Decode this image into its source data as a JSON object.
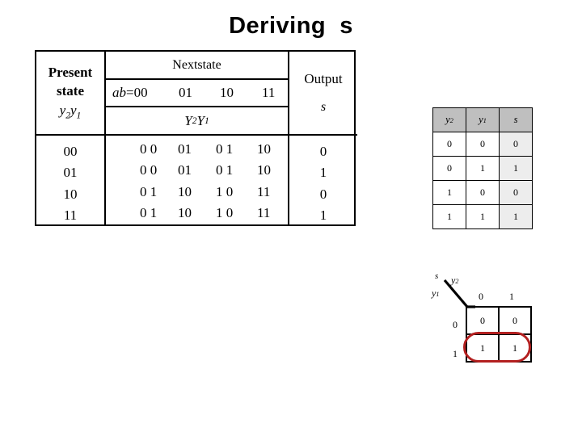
{
  "slide": {
    "title": "Deriving  s"
  },
  "state_table": {
    "present_state": {
      "header_line1": "Present",
      "header_line2": "state",
      "header_var_base": "y",
      "header_var": "y2y1",
      "rows": [
        "00",
        "01",
        "10",
        "11"
      ]
    },
    "nextstate": {
      "title": "Nextstate",
      "ab_label": "ab",
      "ab_equals": "=00",
      "ab_columns": [
        "01",
        "10",
        "11"
      ],
      "YY_label": "Y2Y1",
      "rows": [
        [
          "0 0",
          "01",
          "0 1",
          "10"
        ],
        [
          "0 0",
          "01",
          "0 1",
          "10"
        ],
        [
          "0 1",
          "10",
          "1 0",
          "11"
        ],
        [
          "0 1",
          "10",
          "1 0",
          "11"
        ]
      ]
    },
    "output": {
      "label": "Output",
      "var": "s",
      "rows": [
        "0",
        "1",
        "0",
        "1"
      ]
    }
  },
  "truth_table": {
    "headers": [
      "y2",
      "y1",
      "s"
    ],
    "rows": [
      [
        "0",
        "0",
        "0"
      ],
      [
        "0",
        "1",
        "1"
      ],
      [
        "1",
        "0",
        "0"
      ],
      [
        "1",
        "1",
        "1"
      ]
    ]
  },
  "kmap": {
    "corner_output": "s",
    "corner_col_var": "y2",
    "corner_row_var": "y1",
    "col_labels": [
      "0",
      "1"
    ],
    "row_labels": [
      "0",
      "1"
    ],
    "cells": [
      [
        "0",
        "0"
      ],
      [
        "1",
        "1"
      ]
    ],
    "grouping_color": "#b32020"
  },
  "chart_data": {
    "type": "table",
    "title": "Deriving s",
    "state_transition": {
      "columns": [
        "Present state y2y1",
        "ab=00",
        "ab=01",
        "ab=10",
        "ab=11",
        "Output s"
      ],
      "rows": [
        [
          "00",
          "00",
          "01",
          "01",
          "10",
          "0"
        ],
        [
          "01",
          "00",
          "01",
          "01",
          "10",
          "1"
        ],
        [
          "10",
          "01",
          "10",
          "10",
          "11",
          "0"
        ],
        [
          "11",
          "01",
          "10",
          "10",
          "11",
          "1"
        ]
      ]
    },
    "output_truth_table": {
      "columns": [
        "y2",
        "y1",
        "s"
      ],
      "rows": [
        [
          0,
          0,
          0
        ],
        [
          0,
          1,
          1
        ],
        [
          1,
          0,
          0
        ],
        [
          1,
          1,
          1
        ]
      ]
    },
    "karnaugh_map": {
      "row_var": "y1",
      "col_var": "y2",
      "col_values": [
        0,
        1
      ],
      "row_values": [
        0,
        1
      ],
      "values": [
        [
          0,
          0
        ],
        [
          1,
          1
        ]
      ],
      "groups": [
        {
          "cells": [
            [
              1,
              0
            ],
            [
              1,
              1
            ]
          ],
          "implicant": "y1",
          "color": "#b32020"
        }
      ]
    }
  }
}
